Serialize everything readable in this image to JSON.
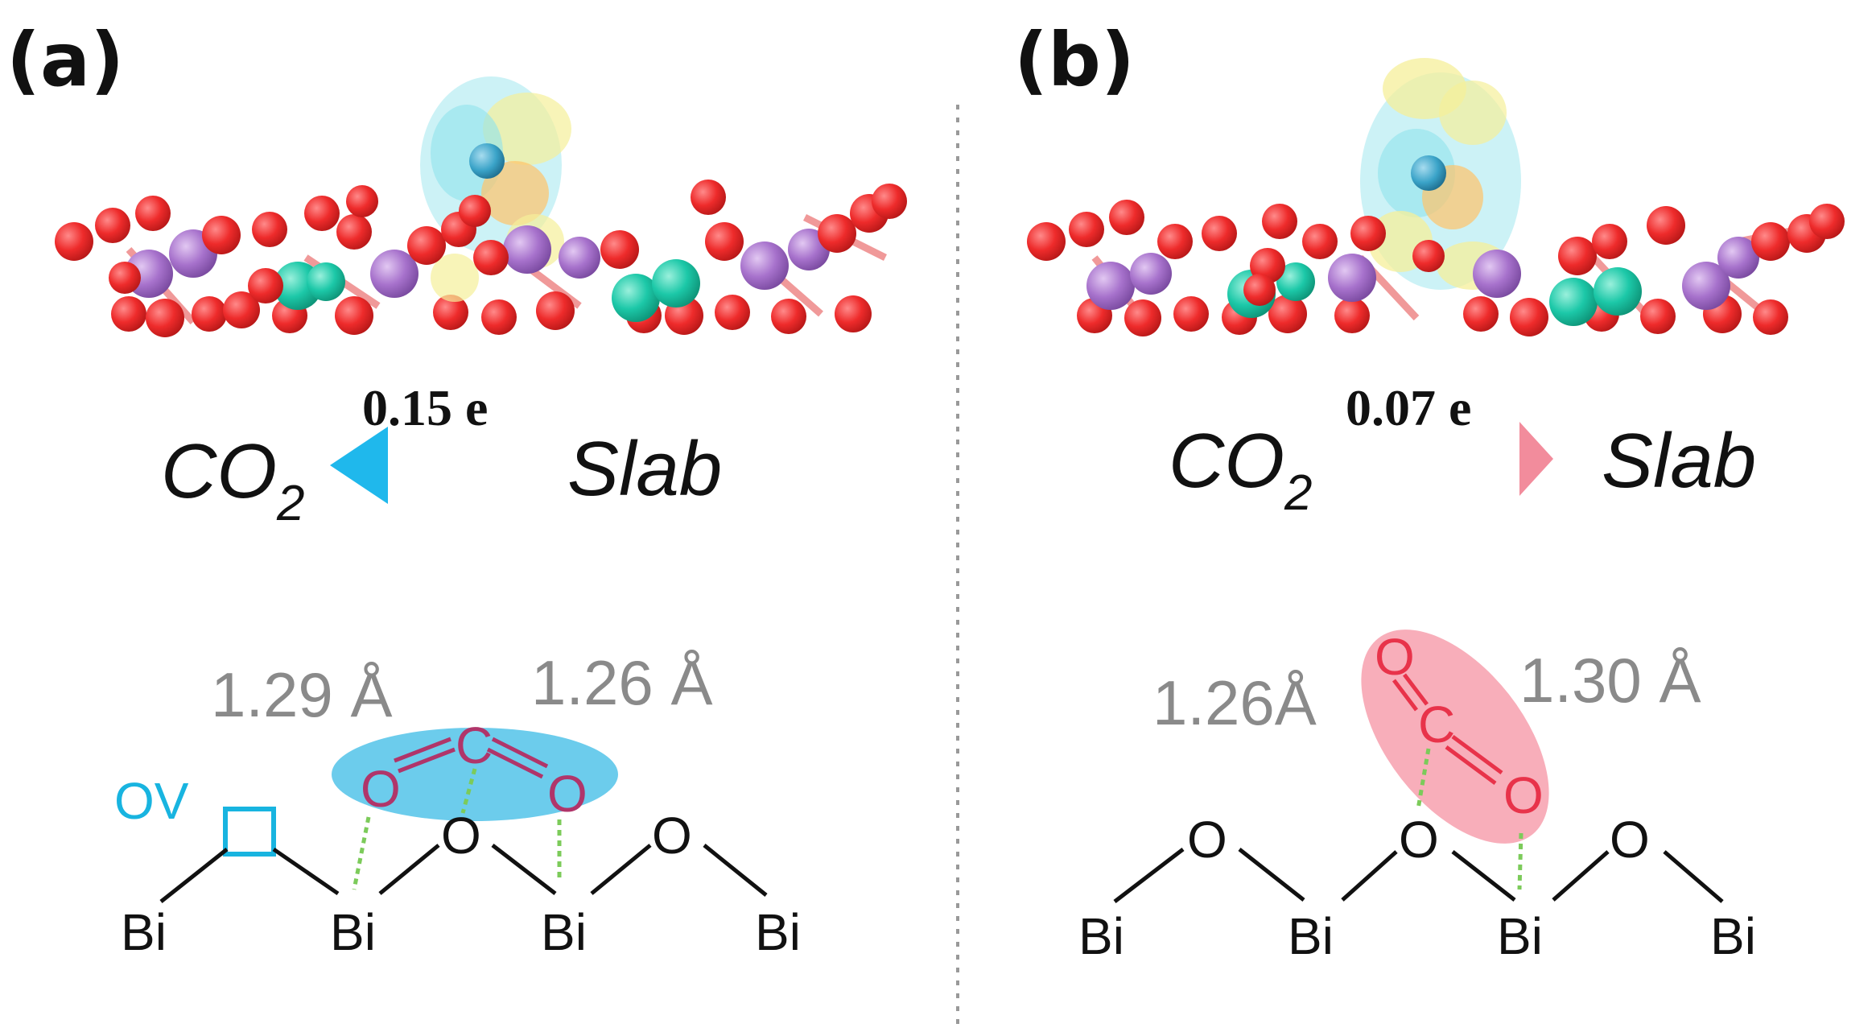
{
  "panels": [
    {
      "label": "(a)",
      "charge": "0.15 e",
      "acceptor": "CO",
      "acceptor_sub": "2",
      "donor": "Slab",
      "transfer_direction": "slab-to-CO2",
      "arrow_color": "#1fb8ec",
      "bond_left": "1.29 Å",
      "bond_right": "1.26 Å",
      "highlight_color": "#5cc6ea",
      "vacancy_label": "OV",
      "vacancy_color": "#18b4e0",
      "atoms": {
        "bi": "Bi",
        "o": "O",
        "c": "C"
      }
    },
    {
      "label": "(b)",
      "charge": "0.07 e",
      "acceptor": "CO",
      "acceptor_sub": "2",
      "donor": "Slab",
      "transfer_direction": "CO2-to-slab",
      "arrow_color": "#f28c9c",
      "bond_left": "1.26Å",
      "bond_right": "1.30 Å",
      "highlight_color": "#f7a5b3",
      "atoms": {
        "bi": "Bi",
        "o": "O",
        "c": "C"
      }
    }
  ],
  "colors": {
    "oxygen_atom": "#ee2b2b",
    "bismuth_atom": "#a772cc",
    "dopant_atom": "#1cc8a8",
    "carbon_atom": "#3aa3c8",
    "isosurface_accumulation": "#f5ef9a",
    "isosurface_depletion": "#8fe3ec",
    "divider": "#999999"
  }
}
